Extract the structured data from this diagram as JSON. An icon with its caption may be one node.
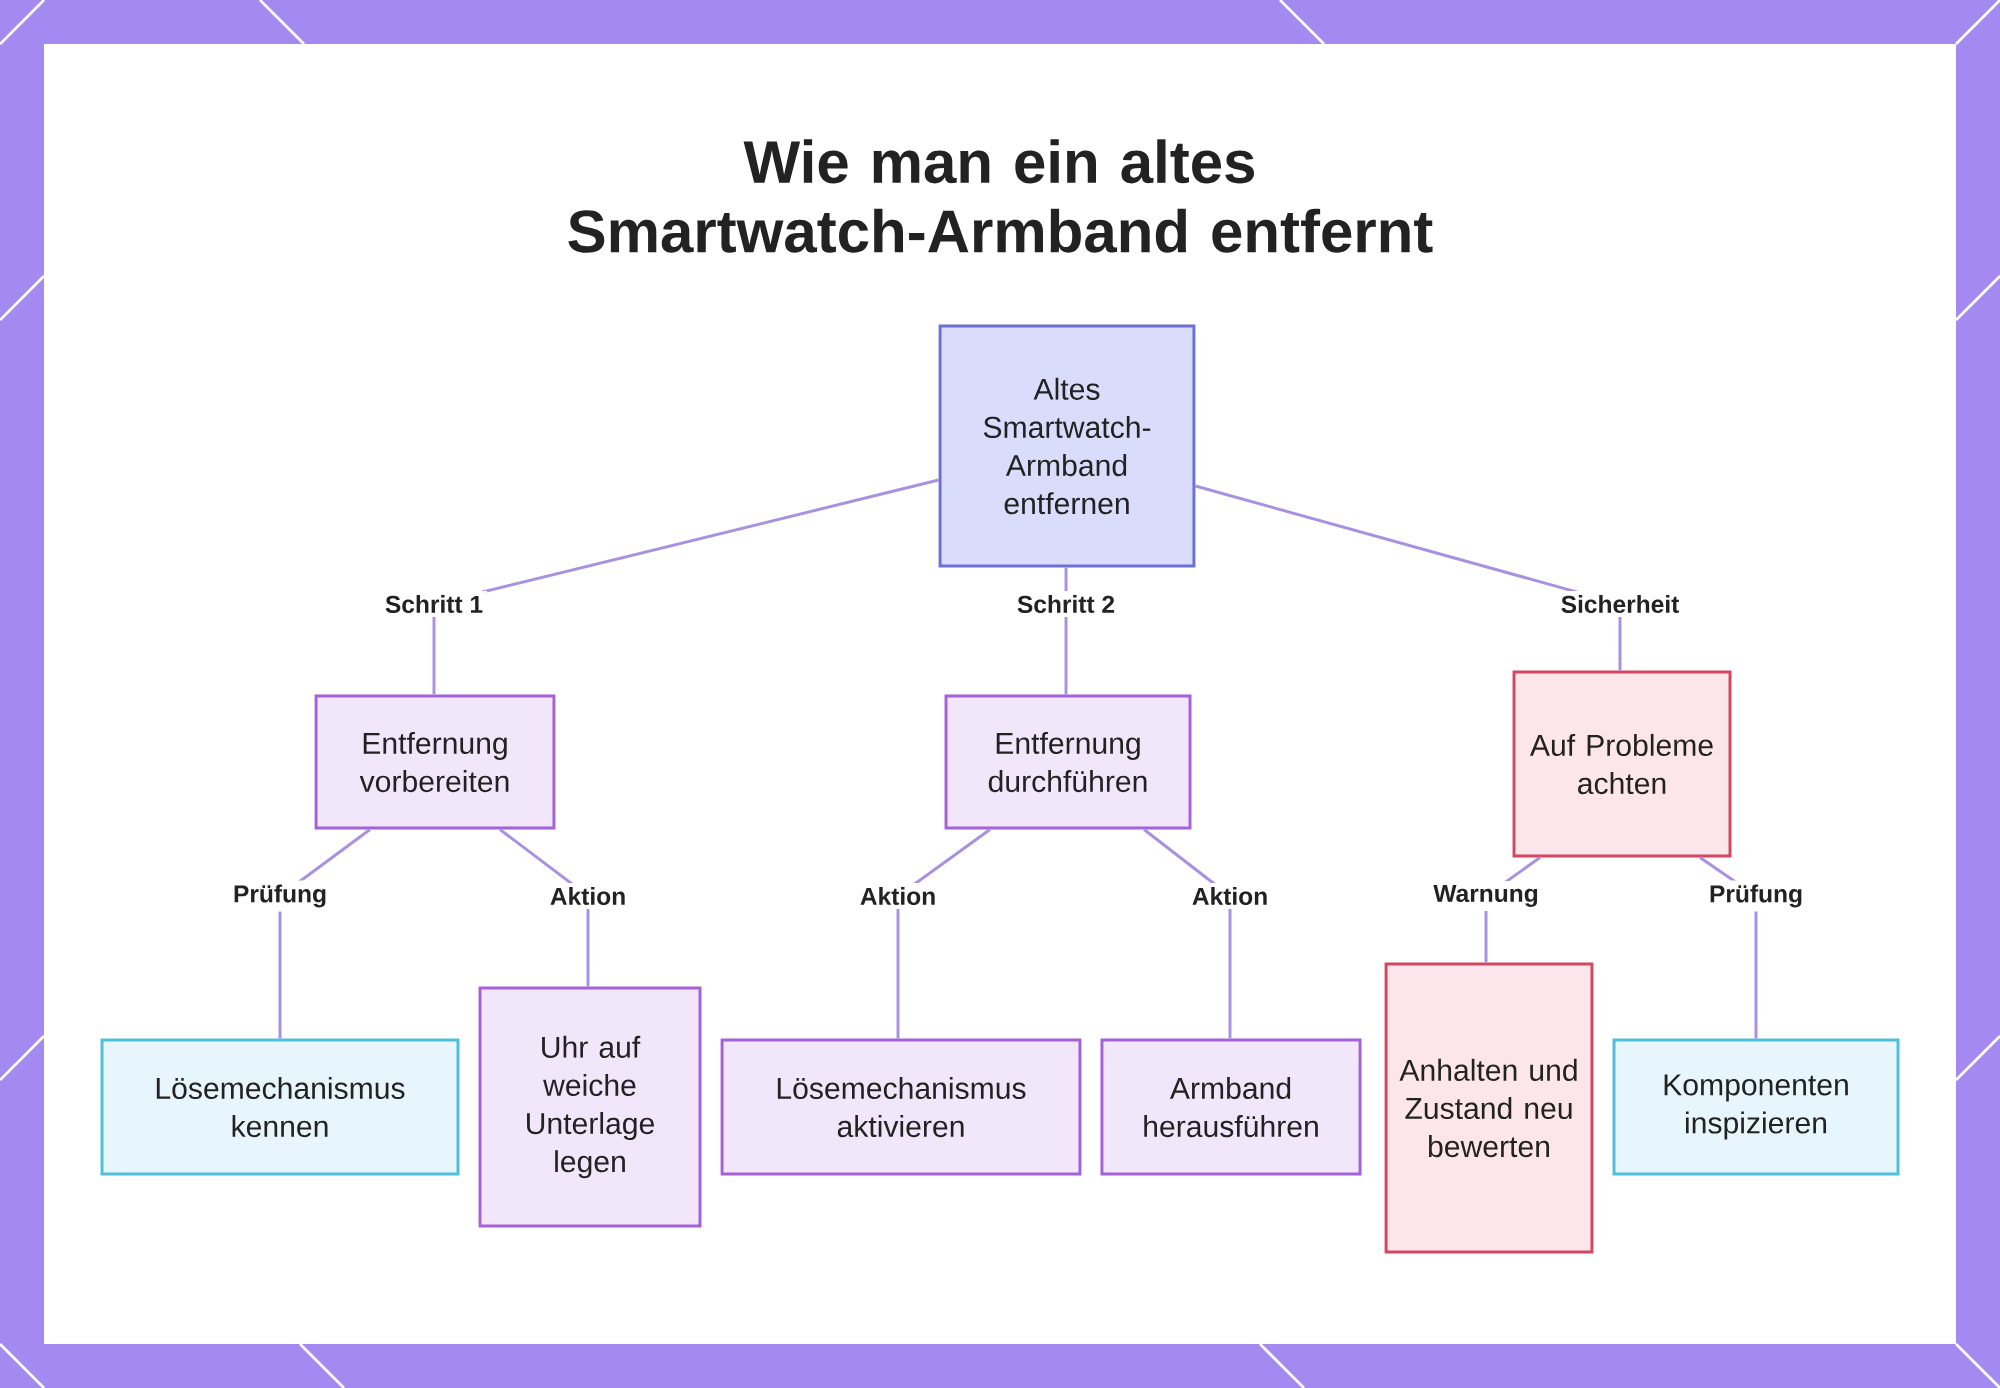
{
  "diagram": {
    "title": "Wie man ein altes Smartwatch-Armband entfernt",
    "nodes": [
      {
        "text": [
          "Altes Smartwatch-Armband entfernen"
        ]
      },
      {
        "text": [
          "Entfernung vorbereiten"
        ]
      },
      {
        "text": [
          "Entfernung durchführen"
        ]
      },
      {
        "text": [
          "Auf Probleme achten"
        ]
      },
      {
        "text": [
          "Lösemechanismus kennen"
        ]
      },
      {
        "text": [
          "Uhr auf weiche Unterlage legen"
        ]
      },
      {
        "text": [
          "Lösemechanismus aktivieren"
        ]
      },
      {
        "text": [
          "Armband herausführen"
        ]
      },
      {
        "text": [
          "Anhalten und Zustand neu bewerten"
        ]
      },
      {
        "text": [
          "Komponenten inspizieren"
        ]
      }
    ],
    "edges": [
      {
        "from": 0,
        "to": 1,
        "arrow": "none",
        "label": "Schritt 1"
      },
      {
        "from": 0,
        "to": 2,
        "arrow": "none",
        "label": "Schritt 2"
      },
      {
        "from": 0,
        "to": 3,
        "arrow": "none",
        "label": "Sicherheit"
      },
      {
        "from": 1,
        "to": 4,
        "arrow": "none",
        "label": "Prüfung"
      },
      {
        "from": 1,
        "to": 5,
        "arrow": "none",
        "label": "Aktion"
      },
      {
        "from": 2,
        "to": 6,
        "arrow": "none",
        "label": "Aktion"
      },
      {
        "from": 2,
        "to": 7,
        "arrow": "none",
        "label": "Aktion"
      },
      {
        "from": 3,
        "to": 8,
        "arrow": "none",
        "label": "Warnung"
      },
      {
        "from": 3,
        "to": 9,
        "arrow": "none",
        "label": "Prüfung"
      }
    ]
  }
}
